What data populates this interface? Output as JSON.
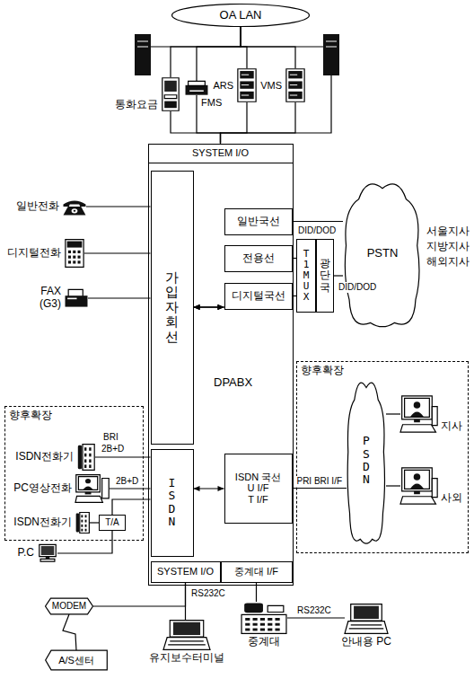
{
  "diagram": {
    "nodes": [
      {
        "text": [
          "OA LAN"
        ]
      },
      {
        "text": [
          "통화요금"
        ]
      },
      {
        "text": [
          "FMS"
        ]
      },
      {
        "text": [
          "ARS"
        ]
      },
      {
        "text": [
          "VMS"
        ]
      },
      {
        "text": [
          "DPABX"
        ]
      },
      {
        "text": [
          "SYSTEM I/O"
        ],
        "in": 5
      },
      {
        "text": [
          "가입자회선"
        ],
        "in": 5
      },
      {
        "text": [
          "일반국선"
        ],
        "in": 5
      },
      {
        "text": [
          "전용선"
        ],
        "in": 5
      },
      {
        "text": [
          "디지털국선"
        ],
        "in": 5
      },
      {
        "text": [
          "ISDN"
        ],
        "in": 5
      },
      {
        "text": [
          "ISDN 국선",
          "U I/F",
          "T I/F"
        ],
        "in": 5
      },
      {
        "text": [
          "SYSTEM I/O"
        ],
        "in": 5
      },
      {
        "text": [
          "중계대 I/F"
        ],
        "in": 5
      },
      {
        "text": [
          "T1 MUX"
        ]
      },
      {
        "text": [
          "광단국"
        ]
      },
      {
        "text": [
          "PSTN"
        ]
      },
      {
        "text": [
          "일반전화"
        ]
      },
      {
        "text": [
          "디지털전화"
        ]
      },
      {
        "text": [
          "FAX (G3)"
        ]
      },
      {
        "text": [
          "향후확장"
        ]
      },
      {
        "text": [
          "ISDN전화기"
        ],
        "in": 21
      },
      {
        "text": [
          "PC영상전화"
        ],
        "in": 21
      },
      {
        "text": [
          "ISDN전화기"
        ],
        "in": 21
      },
      {
        "text": [
          "T/A"
        ],
        "in": 21
      },
      {
        "text": [
          "P.C"
        ]
      },
      {
        "text": [
          "향후확장"
        ]
      },
      {
        "text": [
          "PSDN"
        ],
        "in": 27
      },
      {
        "text": [
          "지사"
        ],
        "in": 27
      },
      {
        "text": [
          "사외"
        ],
        "in": 27
      },
      {
        "text": [
          "MODEM"
        ]
      },
      {
        "text": [
          "A/S센터"
        ]
      },
      {
        "text": [
          "유지보수터미널"
        ]
      },
      {
        "text": [
          "중계대"
        ]
      },
      {
        "text": [
          "안내용 PC"
        ]
      }
    ],
    "edges": [
      {
        "from": 0,
        "to": 1,
        "arrow": "none"
      },
      {
        "from": 0,
        "to": 2,
        "arrow": "none"
      },
      {
        "from": 0,
        "to": 3,
        "arrow": "none"
      },
      {
        "from": 0,
        "to": 4,
        "arrow": "none"
      },
      {
        "from": 1,
        "to": 6,
        "arrow": "none"
      },
      {
        "from": 2,
        "to": 6,
        "arrow": "none"
      },
      {
        "from": 3,
        "to": 6,
        "arrow": "none"
      },
      {
        "from": 4,
        "to": 6,
        "arrow": "none"
      },
      {
        "from": 18,
        "to": 7,
        "arrow": "none"
      },
      {
        "from": 19,
        "to": 7,
        "arrow": "none"
      },
      {
        "from": 20,
        "to": 7,
        "arrow": "none"
      },
      {
        "from": 7,
        "to": 8,
        "arrow": "both"
      },
      {
        "from": 7,
        "to": 9,
        "arrow": "both"
      },
      {
        "from": 7,
        "to": 10,
        "arrow": "both"
      },
      {
        "from": 8,
        "to": 17,
        "arrow": "none"
      },
      {
        "from": 9,
        "to": 15,
        "arrow": "none"
      },
      {
        "from": 10,
        "to": 15,
        "arrow": "none"
      },
      {
        "from": 16,
        "to": 17,
        "arrow": "none"
      },
      {
        "from": 22,
        "to": 11,
        "arrow": "none"
      },
      {
        "from": 23,
        "to": 11,
        "arrow": "none"
      },
      {
        "from": 24,
        "to": 25,
        "arrow": "none"
      },
      {
        "from": 26,
        "to": 25,
        "arrow": "none"
      },
      {
        "from": 25,
        "to": 11,
        "arrow": "none"
      },
      {
        "from": 11,
        "to": 12,
        "arrow": "both"
      },
      {
        "from": 12,
        "to": 28,
        "label": "PRI BRI I/F",
        "arrow": "none"
      },
      {
        "from": 28,
        "to": 29,
        "arrow": "none"
      },
      {
        "from": 28,
        "to": 30,
        "arrow": "none"
      },
      {
        "from": 13,
        "to": 31,
        "arrow": "none"
      },
      {
        "from": 31,
        "to": 32,
        "arrow": "none"
      },
      {
        "from": 13,
        "to": 33,
        "arrow": "none"
      },
      {
        "from": 14,
        "to": 34,
        "arrow": "none"
      },
      {
        "from": 34,
        "to": 35,
        "arrow": "none"
      }
    ],
    "labels": [
      "DID/DOD",
      "DID/DOD",
      "서울지사",
      "지방지사",
      "해외지사",
      "BRI",
      "2B+D",
      "2B+D",
      "RS232C",
      "RS232C"
    ]
  }
}
